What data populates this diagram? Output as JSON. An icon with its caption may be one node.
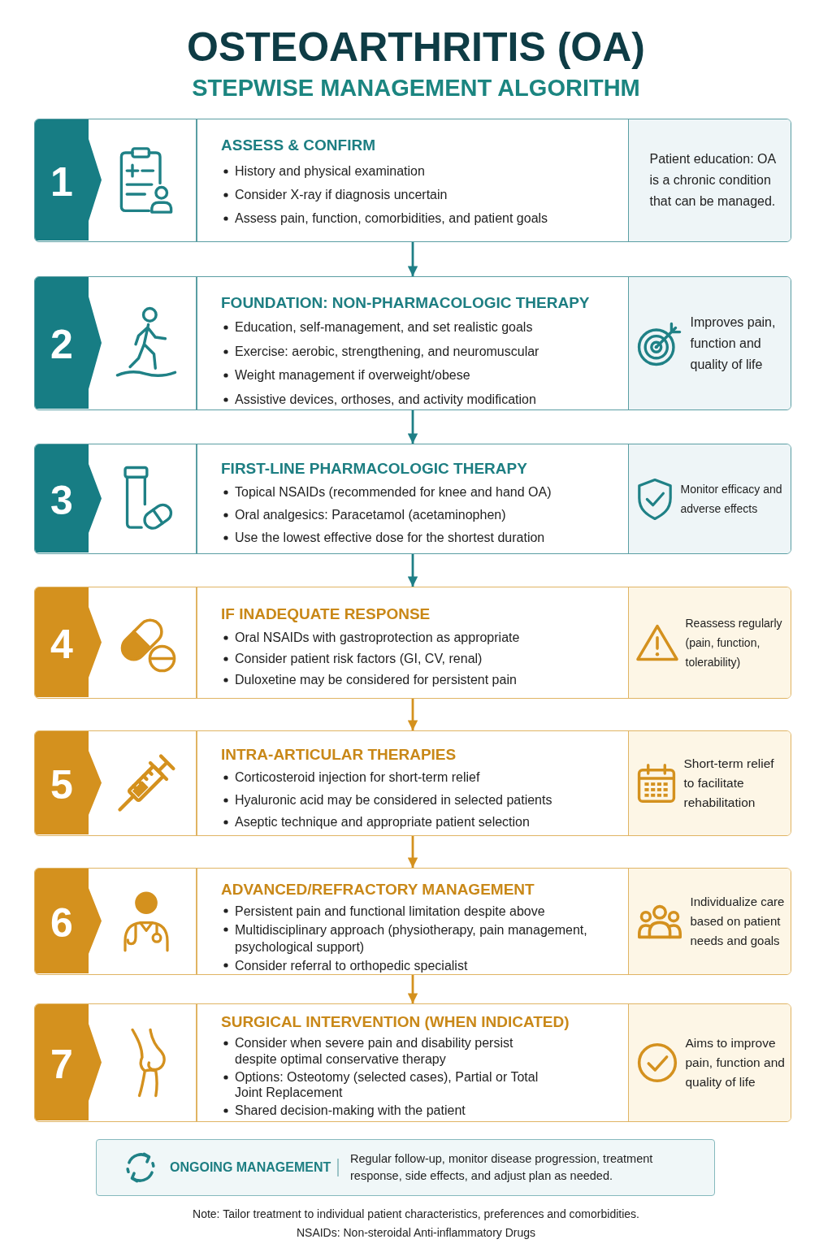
{
  "diagram": {
    "title": "OSTEOARTHRITIS (OA)",
    "nodes": [
      {
        "text": [
          "ASSESS & CONFIRM",
          "History and physical examination",
          "Consider X-ray if diagnosis uncertain",
          "Assess pain, function, comorbidities, and patient goals"
        ]
      },
      {
        "text": [
          "1"
        ],
        "in": 0
      },
      {
        "text": [
          "Patient education: OA is a chronic condition that can be managed."
        ],
        "in": 0
      },
      {
        "text": [
          "FOUNDATION: NON-PHARMACOLOGIC THERAPY",
          "Education, self-management, and set realistic goals",
          "Exercise: aerobic, strengthening, and neuromuscular",
          "Weight management if overweight/obese",
          "Assistive devices, orthoses, and activity modification"
        ]
      },
      {
        "text": [
          "2"
        ],
        "in": 3
      },
      {
        "text": [
          "Improves pain, function and quality of life"
        ],
        "in": 3
      },
      {
        "text": [
          "FIRST-LINE PHARMACOLOGIC THERAPY",
          "Topical NSAIDs (recommended for knee and hand OA)",
          "Oral analgesics: Paracetamol (acetaminophen)",
          "Use the lowest effective dose for the shortest duration"
        ]
      },
      {
        "text": [
          "3"
        ],
        "in": 6
      },
      {
        "text": [
          "Monitor efficacy and adverse effects"
        ],
        "in": 6
      },
      {
        "text": [
          "IF INADEQUATE RESPONSE",
          "Oral NSAIDs with gastroprotection as appropriate",
          "Consider patient risk factors (GI, CV, renal)",
          "Duloxetine may be considered for persistent pain"
        ]
      },
      {
        "text": [
          "4"
        ],
        "in": 9
      },
      {
        "text": [
          "Reassess regularly (pain, function, tolerability)"
        ],
        "in": 9
      },
      {
        "text": [
          "INTRA-ARTICULAR THERAPIES",
          "Corticosteroid injection for short-term relief",
          "Hyaluronic acid may be considered in selected patients",
          "Aseptic technique and appropriate patient selection"
        ]
      },
      {
        "text": [
          "5"
        ],
        "in": 12
      },
      {
        "text": [
          "Short-term relief to facilitate rehabilitation"
        ],
        "in": 12
      },
      {
        "text": [
          "ADVANCED/REFRACTORY MANAGEMENT",
          "Persistent pain and functional limitation despite above",
          "Multidisciplinary approach (physiotherapy, pain management, psychological support)",
          "Consider referral to orthopedic specialist"
        ]
      },
      {
        "text": [
          "6"
        ],
        "in": 15
      },
      {
        "text": [
          "Individualize care based on patient needs and goals"
        ],
        "in": 15
      },
      {
        "text": [
          "SURGICAL INTERVENTION (WHEN INDICATED)",
          "Consider when severe pain and disability persist despite optimal conservative therapy",
          "Options: Osteotomy (selected cases), Partial or Total Joint Replacement",
          "Shared decision-making with the patient"
        ]
      },
      {
        "text": [
          "7"
        ],
        "in": 18
      },
      {
        "text": [
          "Aims to improve pain, function and quality of life"
        ],
        "in": 18
      },
      {
        "text": [
          "ONGOING MANAGEMENT",
          "Regular follow-up, monitor disease progression, treatment response, side effects, and adjust plan as needed."
        ]
      }
    ],
    "edges": [
      {
        "from": 0,
        "to": 3,
        "arrow": "to"
      },
      {
        "from": 3,
        "to": 6,
        "arrow": "to"
      },
      {
        "from": 6,
        "to": 9,
        "arrow": "to"
      },
      {
        "from": 9,
        "to": 12,
        "arrow": "to",
        "color": "#d4911e"
      },
      {
        "from": 12,
        "to": 15,
        "arrow": "to",
        "color": "#d4911e"
      },
      {
        "from": 15,
        "to": 18,
        "arrow": "to",
        "color": "#d4911e"
      }
    ],
    "labels": [
      "STEPWISE MANAGEMENT ALGORITHM",
      "Note: Tailor treatment to individual patient characteristics, preferences and comorbidities.",
      "NSAIDs: Non-steroidal Anti-inflammatory Drugs"
    ]
  }
}
